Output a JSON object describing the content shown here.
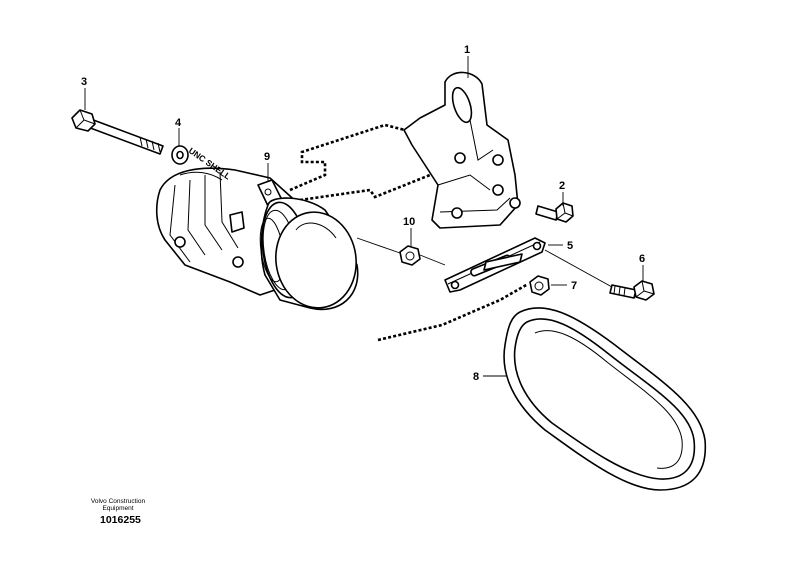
{
  "callouts": {
    "c1": "1",
    "c2": "2",
    "c3": "3",
    "c4": "4",
    "c5": "5",
    "c6": "6",
    "c7": "7",
    "c8": "8",
    "c9": "9",
    "c10": "10"
  },
  "washer_text": "UNC SHELL",
  "brand": {
    "line1": "Volvo Construction",
    "line2": "Equipment"
  },
  "document_number": "1016255"
}
